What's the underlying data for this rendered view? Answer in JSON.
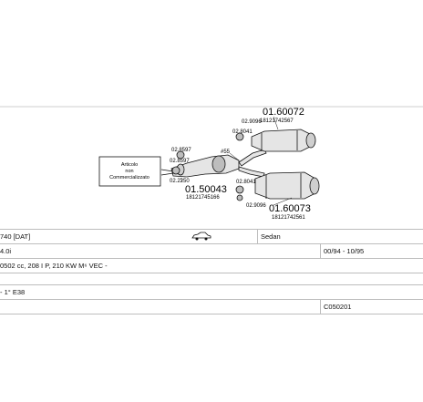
{
  "diagram": {
    "note_box": {
      "line1": "Articolo",
      "line2": "non",
      "line3": "Commercializzato"
    },
    "parts": {
      "rear_top_number": "01.60072",
      "rear_top_ref": "18121742567",
      "clamp_top_1": "02.9096",
      "clamp_top_2": "02.8041",
      "front_left_1": "02.8597",
      "front_left_2": "02.8597",
      "front_left_3": "02.2250",
      "mid_number": "01.50043",
      "mid_ref": "18121745166",
      "hash_label": "#55",
      "clamp_bottom_1": "02.8041",
      "clamp_bottom_2": "02.9096",
      "rear_bottom_number": "01.60073",
      "rear_bottom_ref": "18121742561"
    }
  },
  "info": {
    "model": "740  [DAT]",
    "body_type": "Sedan",
    "engine": "4.0i",
    "years": "00/94 - 10/95",
    "engine_details": "0502 cc, 208 I P, 210 KW M⁶ VEC -",
    "chassis": "- 1° E38",
    "catalog_number": "C050201"
  }
}
